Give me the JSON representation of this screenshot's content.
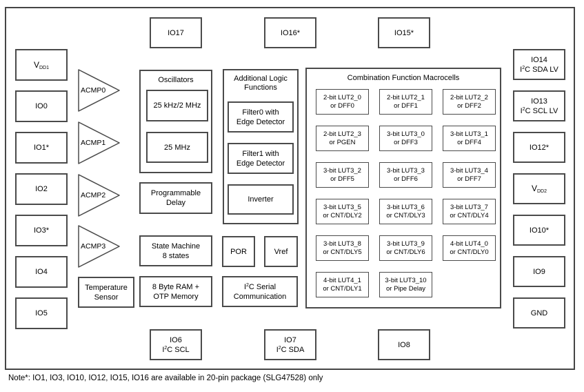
{
  "note": "Note*: IO1, IO3, IO10, IO12, IO15, IO16 are available in 20-pin package (SLG47528) only",
  "colors": {
    "border": "#4a4a4a",
    "background": "#ffffff",
    "text": "#000000"
  },
  "pins": {
    "top": [
      {
        "label": "IO17"
      },
      {
        "label": "IO16*"
      },
      {
        "label": "IO15*"
      }
    ],
    "bottom": [
      {
        "line1": "IO6",
        "pre": "I",
        "sup": "2",
        "post": "C SCL"
      },
      {
        "line1": "IO7",
        "pre": "I",
        "sup": "2",
        "post": "C SDA"
      },
      {
        "label": "IO8"
      }
    ],
    "left": [
      {
        "main": "V",
        "sub": "DD1"
      },
      {
        "label": "IO0"
      },
      {
        "label": "IO1*"
      },
      {
        "label": "IO2"
      },
      {
        "label": "IO3*"
      },
      {
        "label": "IO4"
      },
      {
        "label": "IO5"
      }
    ],
    "right": [
      {
        "line1": "IO14",
        "pre": "I",
        "sup": "2",
        "post": "C SDA LV"
      },
      {
        "line1": "IO13",
        "pre": "I",
        "sup": "2",
        "post": "C SCL LV"
      },
      {
        "label": "IO12*"
      },
      {
        "main": "V",
        "sub": "DD2"
      },
      {
        "label": "IO10*"
      },
      {
        "label": "IO9"
      },
      {
        "label": "GND"
      }
    ]
  },
  "acmp": [
    {
      "label": "ACMP0"
    },
    {
      "label": "ACMP1"
    },
    {
      "label": "ACMP2"
    },
    {
      "label": "ACMP3"
    }
  ],
  "blocks": {
    "temperature_sensor": {
      "line1": "Temperature",
      "line2": "Sensor"
    },
    "oscillators": {
      "title": "Oscillators",
      "items": [
        {
          "label": "25 kHz/2 MHz"
        },
        {
          "label": "25 MHz"
        }
      ]
    },
    "programmable_delay": {
      "line1": "Programmable",
      "line2": "Delay"
    },
    "state_machine": {
      "line1": "State Machine",
      "line2": "8 states"
    },
    "ram_otp": {
      "line1": "8 Byte RAM +",
      "line2": "OTP Memory"
    },
    "additional_logic": {
      "title1": "Additional Logic",
      "title2": "Functions",
      "items": [
        {
          "line1": "Filter0 with",
          "line2": "Edge Detector"
        },
        {
          "line1": "Filter1 with",
          "line2": "Edge Detector"
        },
        {
          "line1": "Inverter",
          "line2": ""
        }
      ]
    },
    "por": {
      "label": "POR"
    },
    "vref": {
      "label": "Vref"
    },
    "i2c_serial": {
      "pre": "I",
      "sup": "2",
      "post": "C Serial",
      "line2": "Communication"
    }
  },
  "macrocells": {
    "title": "Combination Function Macrocells",
    "cells": [
      {
        "line1": "2-bit LUT2_0",
        "line2": "or DFF0"
      },
      {
        "line1": "2-bit LUT2_1",
        "line2": "or DFF1"
      },
      {
        "line1": "2-bit LUT2_2",
        "line2": "or DFF2"
      },
      {
        "line1": "2-bit LUT2_3",
        "line2": "or PGEN"
      },
      {
        "line1": "3-bit LUT3_0",
        "line2": "or DFF3"
      },
      {
        "line1": "3-bit LUT3_1",
        "line2": "or DFF4"
      },
      {
        "line1": "3-bit LUT3_2",
        "line2": "or DFF5"
      },
      {
        "line1": "3-bit LUT3_3",
        "line2": "or DFF6"
      },
      {
        "line1": "3-bit LUT3_4",
        "line2": "or DFF7"
      },
      {
        "line1": "3-bit LUT3_5",
        "line2": "or CNT/DLY2"
      },
      {
        "line1": "3-bit LUT3_6",
        "line2": "or CNT/DLY3"
      },
      {
        "line1": "3-bit LUT3_7",
        "line2": "or CNT/DLY4"
      },
      {
        "line1": "3-bit LUT3_8",
        "line2": "or CNT/DLY5"
      },
      {
        "line1": "3-bit LUT3_9",
        "line2": "or CNT/DLY6"
      },
      {
        "line1": "4-bit LUT4_0",
        "line2": "or CNT/DLY0"
      },
      {
        "line1": "4-bit LUT4_1",
        "line2": "or CNT/DLY1"
      },
      {
        "line1": "3-bit LUT3_10",
        "line2": "or Pipe Delay"
      }
    ]
  }
}
